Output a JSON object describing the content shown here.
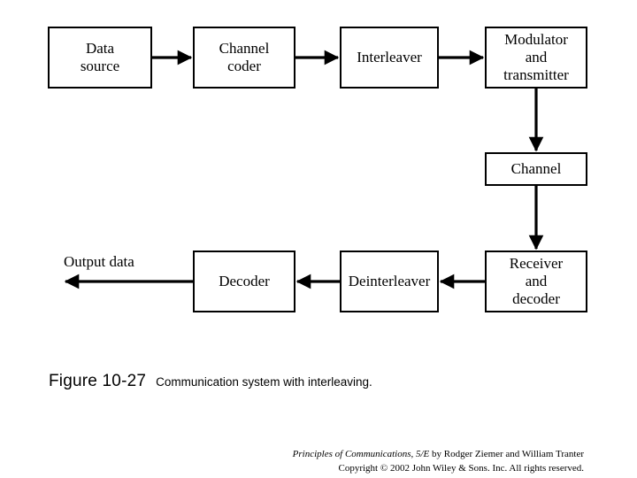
{
  "figure": {
    "blocks": [
      {
        "id": "data-source",
        "label": "Data\nsource"
      },
      {
        "id": "channel-coder",
        "label": "Channel\ncoder"
      },
      {
        "id": "interleaver",
        "label": "Interleaver"
      },
      {
        "id": "modulator",
        "label": "Modulator\nand\ntransmitter"
      },
      {
        "id": "channel",
        "label": "Channel"
      },
      {
        "id": "receiver",
        "label": "Receiver\nand\ndecoder"
      },
      {
        "id": "deinterleaver",
        "label": "Deinterleaver"
      },
      {
        "id": "decoder",
        "label": "Decoder"
      }
    ],
    "labels": {
      "output_data": "Output data"
    },
    "connections": [
      {
        "from": "data-source",
        "to": "channel-coder",
        "direction": "right"
      },
      {
        "from": "channel-coder",
        "to": "interleaver",
        "direction": "right"
      },
      {
        "from": "interleaver",
        "to": "modulator",
        "direction": "right"
      },
      {
        "from": "modulator",
        "to": "channel",
        "direction": "down"
      },
      {
        "from": "channel",
        "to": "receiver",
        "direction": "down"
      },
      {
        "from": "receiver",
        "to": "deinterleaver",
        "direction": "left"
      },
      {
        "from": "deinterleaver",
        "to": "decoder",
        "direction": "left"
      },
      {
        "from": "decoder",
        "to": "output-data",
        "direction": "left"
      }
    ],
    "line_color": "#000000"
  },
  "caption": {
    "figure_number": "Figure 10-27",
    "description": "Communication system with interleaving."
  },
  "footer": {
    "title": "Principles of Communications, 5/E",
    "byline": " by Rodger Ziemer and William Tranter",
    "copyright": "Copyright © 2002 John Wiley & Sons. Inc. All rights reserved."
  }
}
